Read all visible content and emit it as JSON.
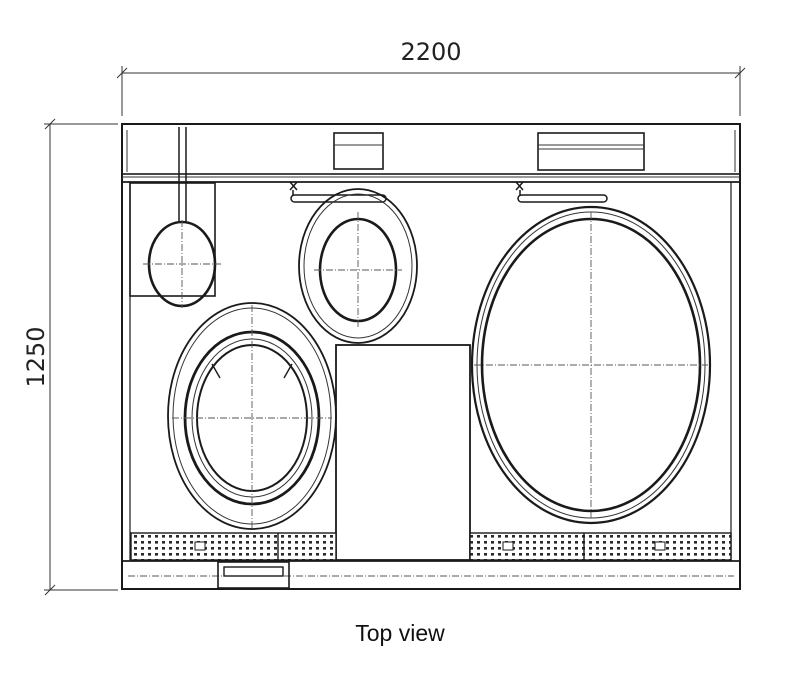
{
  "dimensions": {
    "width_label": "2200",
    "height_label": "1250"
  },
  "caption": "Top view"
}
